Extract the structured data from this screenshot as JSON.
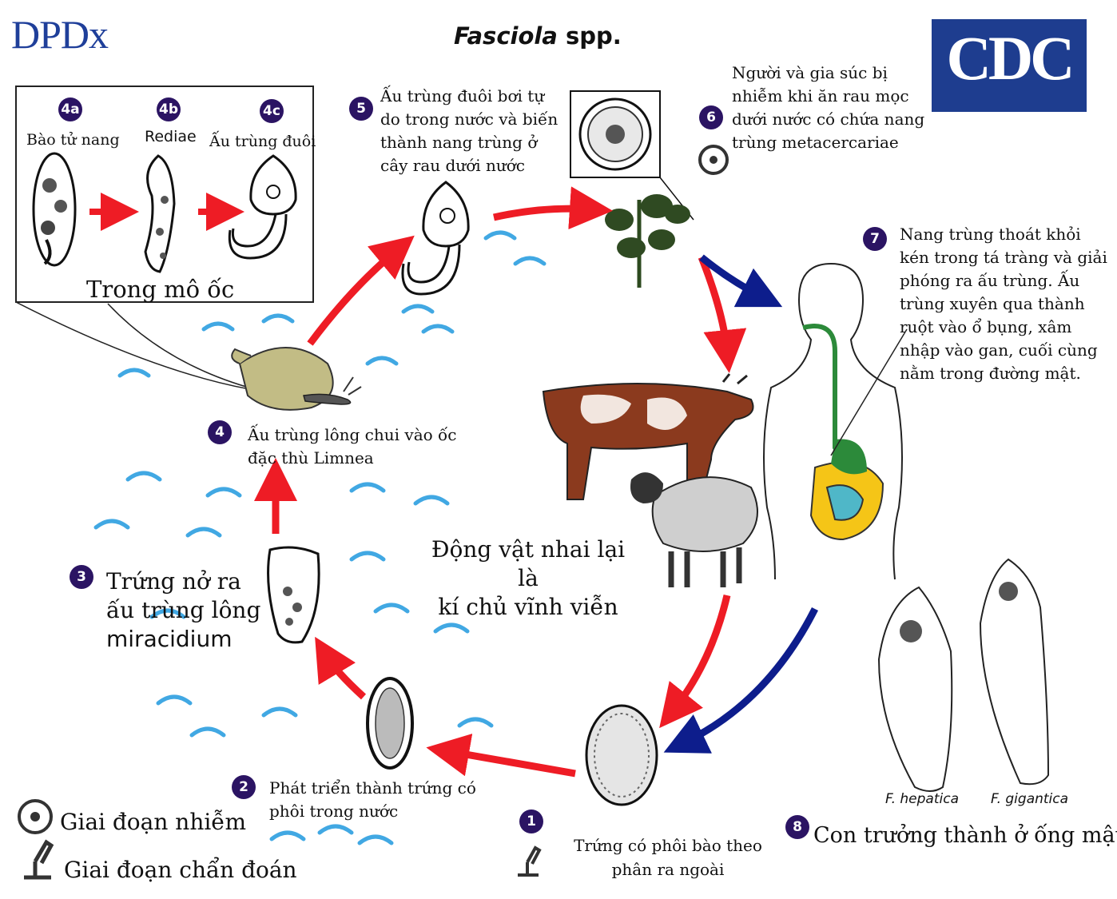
{
  "header": {
    "logo_text": "DPDx",
    "title_italic": "Fasciola",
    "title_rest": " spp.",
    "cdc_text": "CDC"
  },
  "colors": {
    "red_arrow": "#ee1c25",
    "blue_arrow": "#0d1d8c",
    "badge": "#2b1463",
    "water": "#41a8e3",
    "cdc_blue": "#1e3d8f"
  },
  "inset": {
    "badge_4a": "4a",
    "label_4a": "Bào tử nang",
    "badge_4b": "4b",
    "label_4b": "Rediae",
    "badge_4c": "4c",
    "label_4c": "Ấu trùng đuôi",
    "caption": "Trong mô ốc"
  },
  "steps": {
    "s1": {
      "badge": "1",
      "text_l1": "Trứng có phôi bào theo",
      "text_l2": "phân ra ngoài"
    },
    "s2": {
      "badge": "2",
      "text_l1": "Phát triển thành trứng có",
      "text_l2": "phôi trong nước"
    },
    "s3": {
      "badge": "3",
      "text_l1": "Trứng nở ra",
      "text_l2": "ấu trùng lông",
      "text_l3": "miracidium"
    },
    "s4": {
      "badge": "4",
      "text_l1": "Ấu trùng lông chui vào ốc",
      "text_l2": "đặc thù Limnea"
    },
    "s5": {
      "badge": "5",
      "text_l1": "Ấu trùng đuôi bơi tự",
      "text_l2": "do trong nước và biến",
      "text_l3": "thành nang trùng ở",
      "text_l4": "cây rau dưới nước"
    },
    "s6": {
      "badge": "6",
      "text_l1": "Người và gia súc bị",
      "text_l2": "nhiễm khi ăn rau mọc",
      "text_l3": "dưới nước có chứa nang",
      "text_l4": "trùng metacercariae"
    },
    "s7": {
      "badge": "7",
      "text_l1": "Nang trùng thoát khỏi",
      "text_l2": "kén trong tá tràng và giải",
      "text_l3": "phóng ra ấu trùng. Ấu",
      "text_l4": "trùng xuyên qua thành",
      "text_l5": "ruột vào ổ bụng, xâm",
      "text_l6": "nhập vào gan, cuối cùng",
      "text_l7": "nằm trong đường mật."
    },
    "s8": {
      "badge": "8",
      "text": "Con trưởng thành ở ống mật"
    }
  },
  "host_label_l1": "Động vật nhai lại là",
  "host_label_l2": "kí chủ vĩnh viễn",
  "species": {
    "hepatica": "F. hepatica",
    "gigantica": "F. gigantica"
  },
  "legend": {
    "infective": "Giai đoạn nhiễm",
    "diagnostic": "Giai đoạn chẩn đoán"
  }
}
